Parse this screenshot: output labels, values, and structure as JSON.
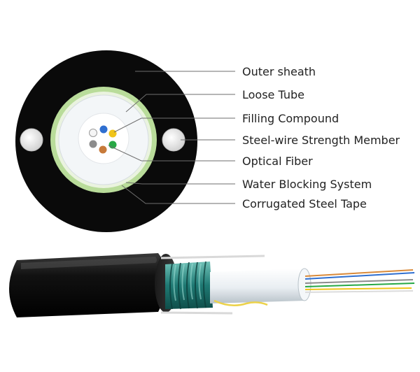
{
  "labels": {
    "outer_sheath": "Outer sheath",
    "loose_tube": "Loose Tube",
    "filling_compound": "Filling Compound",
    "steel_wire_strength_member": "Steel-wire Strength Member",
    "optical_fiber": "Optical Fiber",
    "water_blocking_system": "Water Blocking System",
    "corrugated_steel_tape": "Corrugated Steel Tape"
  },
  "colors": {
    "sheath": "#0a0a0a",
    "armor_green": "#b9dc9a",
    "tube": "#f3f6f8",
    "strength_wire": "#e9e9e9",
    "fiber_white": "#f5f5f5",
    "fiber_blue": "#2f6fd0",
    "fiber_yellow": "#f0c419",
    "fiber_gray": "#8c8c8c",
    "fiber_brown": "#c77a3a",
    "fiber_green": "#27a845",
    "corrugated_tape": "#2c8a83",
    "water_blocking_thread": "#ecd24a"
  }
}
